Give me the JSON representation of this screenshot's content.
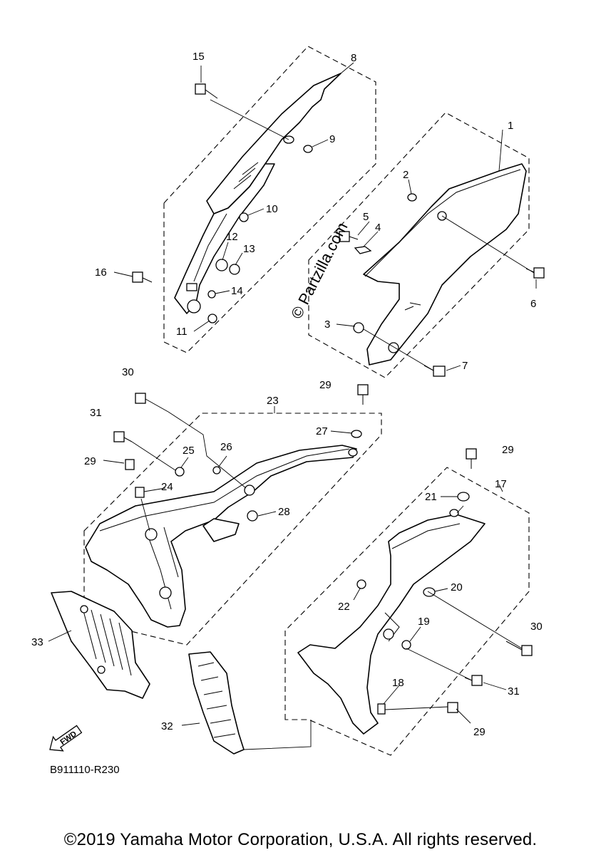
{
  "callouts": [
    "1",
    "2",
    "3",
    "4",
    "5",
    "6",
    "7",
    "8",
    "9",
    "10",
    "11",
    "12",
    "13",
    "14",
    "15",
    "16",
    "17",
    "18",
    "19",
    "20",
    "21",
    "22",
    "23",
    "24",
    "25",
    "26",
    "27",
    "28",
    "29",
    "29",
    "29",
    "29",
    "30",
    "30",
    "31",
    "31",
    "32",
    "33"
  ],
  "fwd_label": "FWD",
  "diagram_code": "B911110-R230",
  "watermark": "© Partzilla.com",
  "copyright": "©2019 Yamaha Motor Corporation, U.S.A. All rights reserved."
}
